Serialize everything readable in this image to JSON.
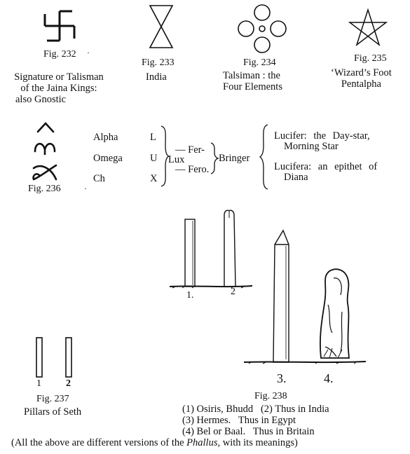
{
  "figures": {
    "fig232": {
      "label": "Fig. 232",
      "caption": [
        "Signature or Talisman",
        "of the Jaina Kings:",
        "also Gnostic"
      ]
    },
    "fig233": {
      "label": "Fig. 233",
      "caption": [
        "India"
      ]
    },
    "fig234": {
      "label": "Fig. 234",
      "caption": [
        "Talsiman : the",
        "Four Elements"
      ]
    },
    "fig235": {
      "label": "Fig. 235",
      "caption": [
        "‘Wizard’s Foot",
        "Pentalpha"
      ]
    },
    "fig236": {
      "label": "Fig. 236",
      "rows": [
        {
          "word": "Alpha",
          "letter": "L"
        },
        {
          "word": "Omega",
          "letter": "U"
        },
        {
          "word": "Ch",
          "letter": "X"
        }
      ],
      "lux": "Lux",
      "fer": "— Fer-",
      "fero": "— Fero.",
      "bringer": "Bringer",
      "lucifer_1": "Lucifer: the Day-star,",
      "lucifer_2": "Morning Star",
      "lucifera_1": "Lucifera: an epithet of",
      "lucifera_2": "Diana"
    },
    "fig237": {
      "label": "Fig. 237",
      "caption": "Pillars of Seth",
      "num1": "1",
      "num2": "2"
    },
    "fig238": {
      "label": "Fig. 238",
      "num1": "1.",
      "num2": "2",
      "num3": "3.",
      "num4": "4.",
      "lines": [
        "(1) Osiris, Bhudd   (2) Thus in India",
        "(3) Hermes.   Thus in Egypt",
        "(4) Bel or Baal.   Thus in Britain"
      ]
    }
  },
  "footer": {
    "before": "(All the above are different versions of the ",
    "italic": "Phallus",
    "after": ", with its meanings)"
  }
}
